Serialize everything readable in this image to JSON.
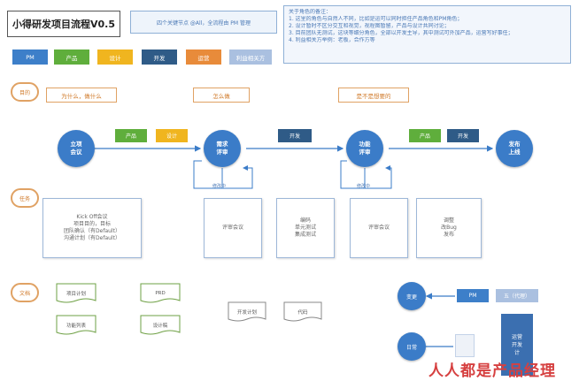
{
  "title": "小得研发项目流程V0.5",
  "note_nodes": "四个关键节点 @All，全流程由 PM 管理",
  "notes": [
    "关于角色的备注：",
    "1. 这里的角色与自然人不同，比如是运可以同时担任产品角色和PM角色；",
    "2. 设计暂时不区分交互和视觉，视程图暂留，产品与设计共同讨论；",
    "3. 目前团队无测试，这块等细分角色，全部以开发主导，其中测试可外加产品，运营写好事任；",
    "4. 利益相关方举例：老板，合作方等"
  ],
  "roles": [
    {
      "label": "PM",
      "color": "#3d7fc9"
    },
    {
      "label": "产品",
      "color": "#5fae3c"
    },
    {
      "label": "设计",
      "color": "#f0b51f"
    },
    {
      "label": "开发",
      "color": "#2f5b87"
    },
    {
      "label": "运营",
      "color": "#e88b3a"
    },
    {
      "label": "利益相关方",
      "color": "#aac0e0"
    }
  ],
  "rows": {
    "goal": "目的",
    "task": "任务",
    "docs": "文档"
  },
  "goals": [
    "为什么，做什么",
    "怎么做",
    "是不是想要的"
  ],
  "stages": [
    {
      "line1": "立项",
      "line2": "会议"
    },
    {
      "line1": "需求",
      "line2": "评审"
    },
    {
      "line1": "功能",
      "line2": "评审"
    },
    {
      "line1": "发布",
      "line2": "上线"
    }
  ],
  "flow_tags": {
    "s1": [
      "产品",
      "设计"
    ],
    "s2": [
      "开发"
    ],
    "s3": [
      "产品",
      "开发"
    ]
  },
  "loop_label_1": "修改中",
  "loop_label_2": "修改中",
  "tasks": {
    "kickoff": [
      "Kick Off会议",
      "项目目的，目标",
      "团队确认（有Default）",
      "沟通计划（有Default）"
    ],
    "review1": [
      "评审会议"
    ],
    "dev": [
      "编码",
      "单元测试",
      "集成测试"
    ],
    "review2": [
      "评审会议"
    ],
    "release": [
      "调整",
      "改Bug",
      "发布"
    ]
  },
  "docs": [
    "项目计划",
    "功能列表",
    "PRD",
    "设计稿",
    "开发计划",
    "代码"
  ],
  "change": {
    "label": "变更",
    "pm": "PM",
    "stake": "五（代理）"
  },
  "daily": {
    "label": "日常",
    "ops": [
      "运营",
      "开发",
      "计"
    ]
  },
  "watermark": "人人都是产品经理"
}
